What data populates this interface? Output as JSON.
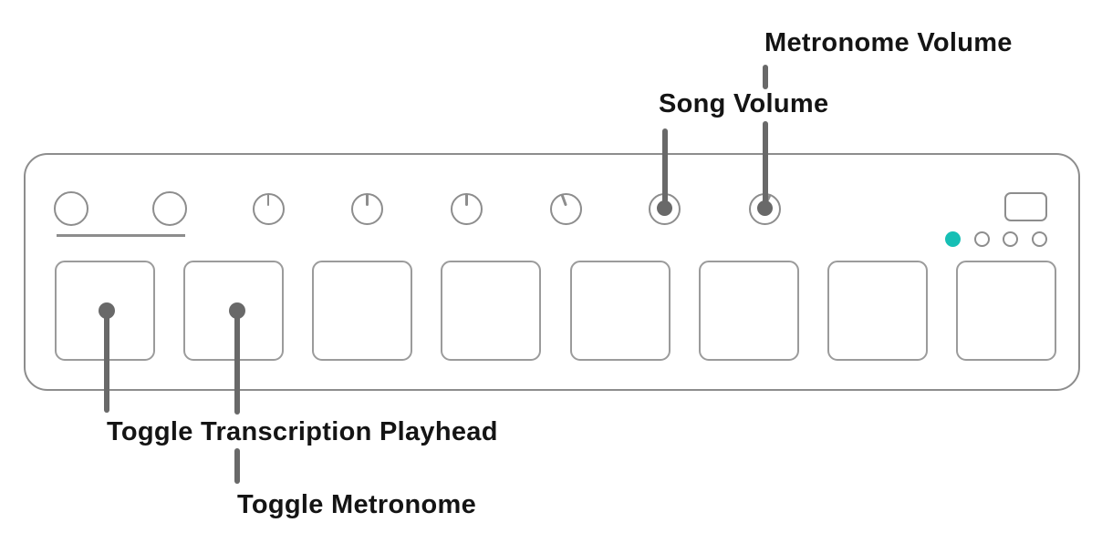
{
  "figure": {
    "type": "hardware-controller-callout-diagram",
    "description_visible_text_only": true
  },
  "callouts": [
    {
      "id": "metronome-volume",
      "label": "Metronome Volume",
      "target": "knob-8"
    },
    {
      "id": "song-volume",
      "label": "Song Volume",
      "target": "knob-7"
    },
    {
      "id": "toggle-transcription-playhead",
      "label": "Toggle Transcription Playhead",
      "target": "pad-1"
    },
    {
      "id": "toggle-metronome",
      "label": "Toggle Metronome",
      "target": "pad-2"
    }
  ],
  "device": {
    "knobs": [
      {
        "id": "knob-1",
        "indicator": "none"
      },
      {
        "id": "knob-2",
        "indicator": "none"
      },
      {
        "id": "knob-3",
        "indicator": "up"
      },
      {
        "id": "knob-4",
        "indicator": "up"
      },
      {
        "id": "knob-5",
        "indicator": "up"
      },
      {
        "id": "knob-6",
        "indicator": "tilt-left"
      },
      {
        "id": "knob-7",
        "indicator": "hidden-by-callout"
      },
      {
        "id": "knob-8",
        "indicator": "tilt-right"
      }
    ],
    "pads": [
      {
        "id": "pad-1"
      },
      {
        "id": "pad-2"
      },
      {
        "id": "pad-3"
      },
      {
        "id": "pad-4"
      },
      {
        "id": "pad-5"
      },
      {
        "id": "pad-6"
      },
      {
        "id": "pad-7"
      },
      {
        "id": "pad-8"
      }
    ],
    "leds": [
      {
        "id": "led-1",
        "state": "on"
      },
      {
        "id": "led-2",
        "state": "off"
      },
      {
        "id": "led-3",
        "state": "off"
      },
      {
        "id": "led-4",
        "state": "off"
      }
    ],
    "screen_button": {
      "id": "display-button"
    }
  },
  "colors": {
    "outline": "#8d8d8d",
    "pad_outline": "#9b9b9b",
    "callout": "#696969",
    "label_text": "#141414",
    "led_active": "#16bfb5",
    "background": "#ffffff"
  }
}
